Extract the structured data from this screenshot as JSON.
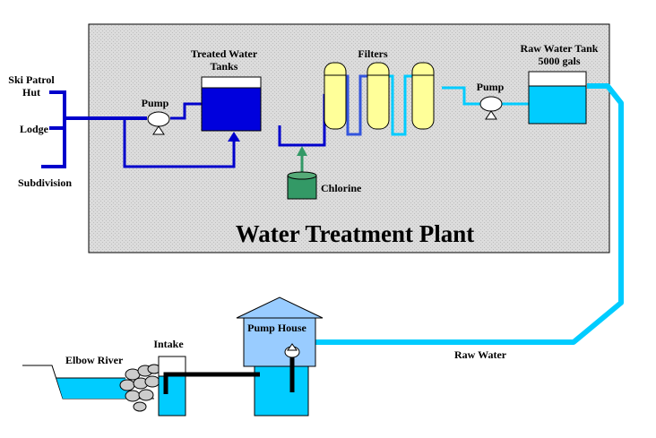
{
  "plant": {
    "title": "Water Treatment Plant",
    "treated_tanks_line1": "Treated Water",
    "treated_tanks_line2": "Tanks",
    "filters": "Filters",
    "raw_tank_line1": "Raw Water Tank",
    "raw_tank_line2": "5000 gals",
    "pump_left": "Pump",
    "pump_right": "Pump",
    "chlorine": "Chlorine"
  },
  "destinations": {
    "ski_patrol_line1": "Ski Patrol",
    "ski_patrol_line2": "Hut",
    "lodge": "Lodge",
    "subdivision": "Subdivision"
  },
  "source": {
    "elbow_river": "Elbow River",
    "intake": "Intake",
    "pump_house": "Pump House",
    "raw_water": "Raw Water"
  },
  "colors": {
    "plant_bg": "#d9d9d9",
    "treated_water": "#0000cc",
    "raw_water": "#00ccff",
    "filter_fill": "#ffff99",
    "chlorine_fill": "#339966",
    "pump_house_fill": "#99ccff"
  }
}
